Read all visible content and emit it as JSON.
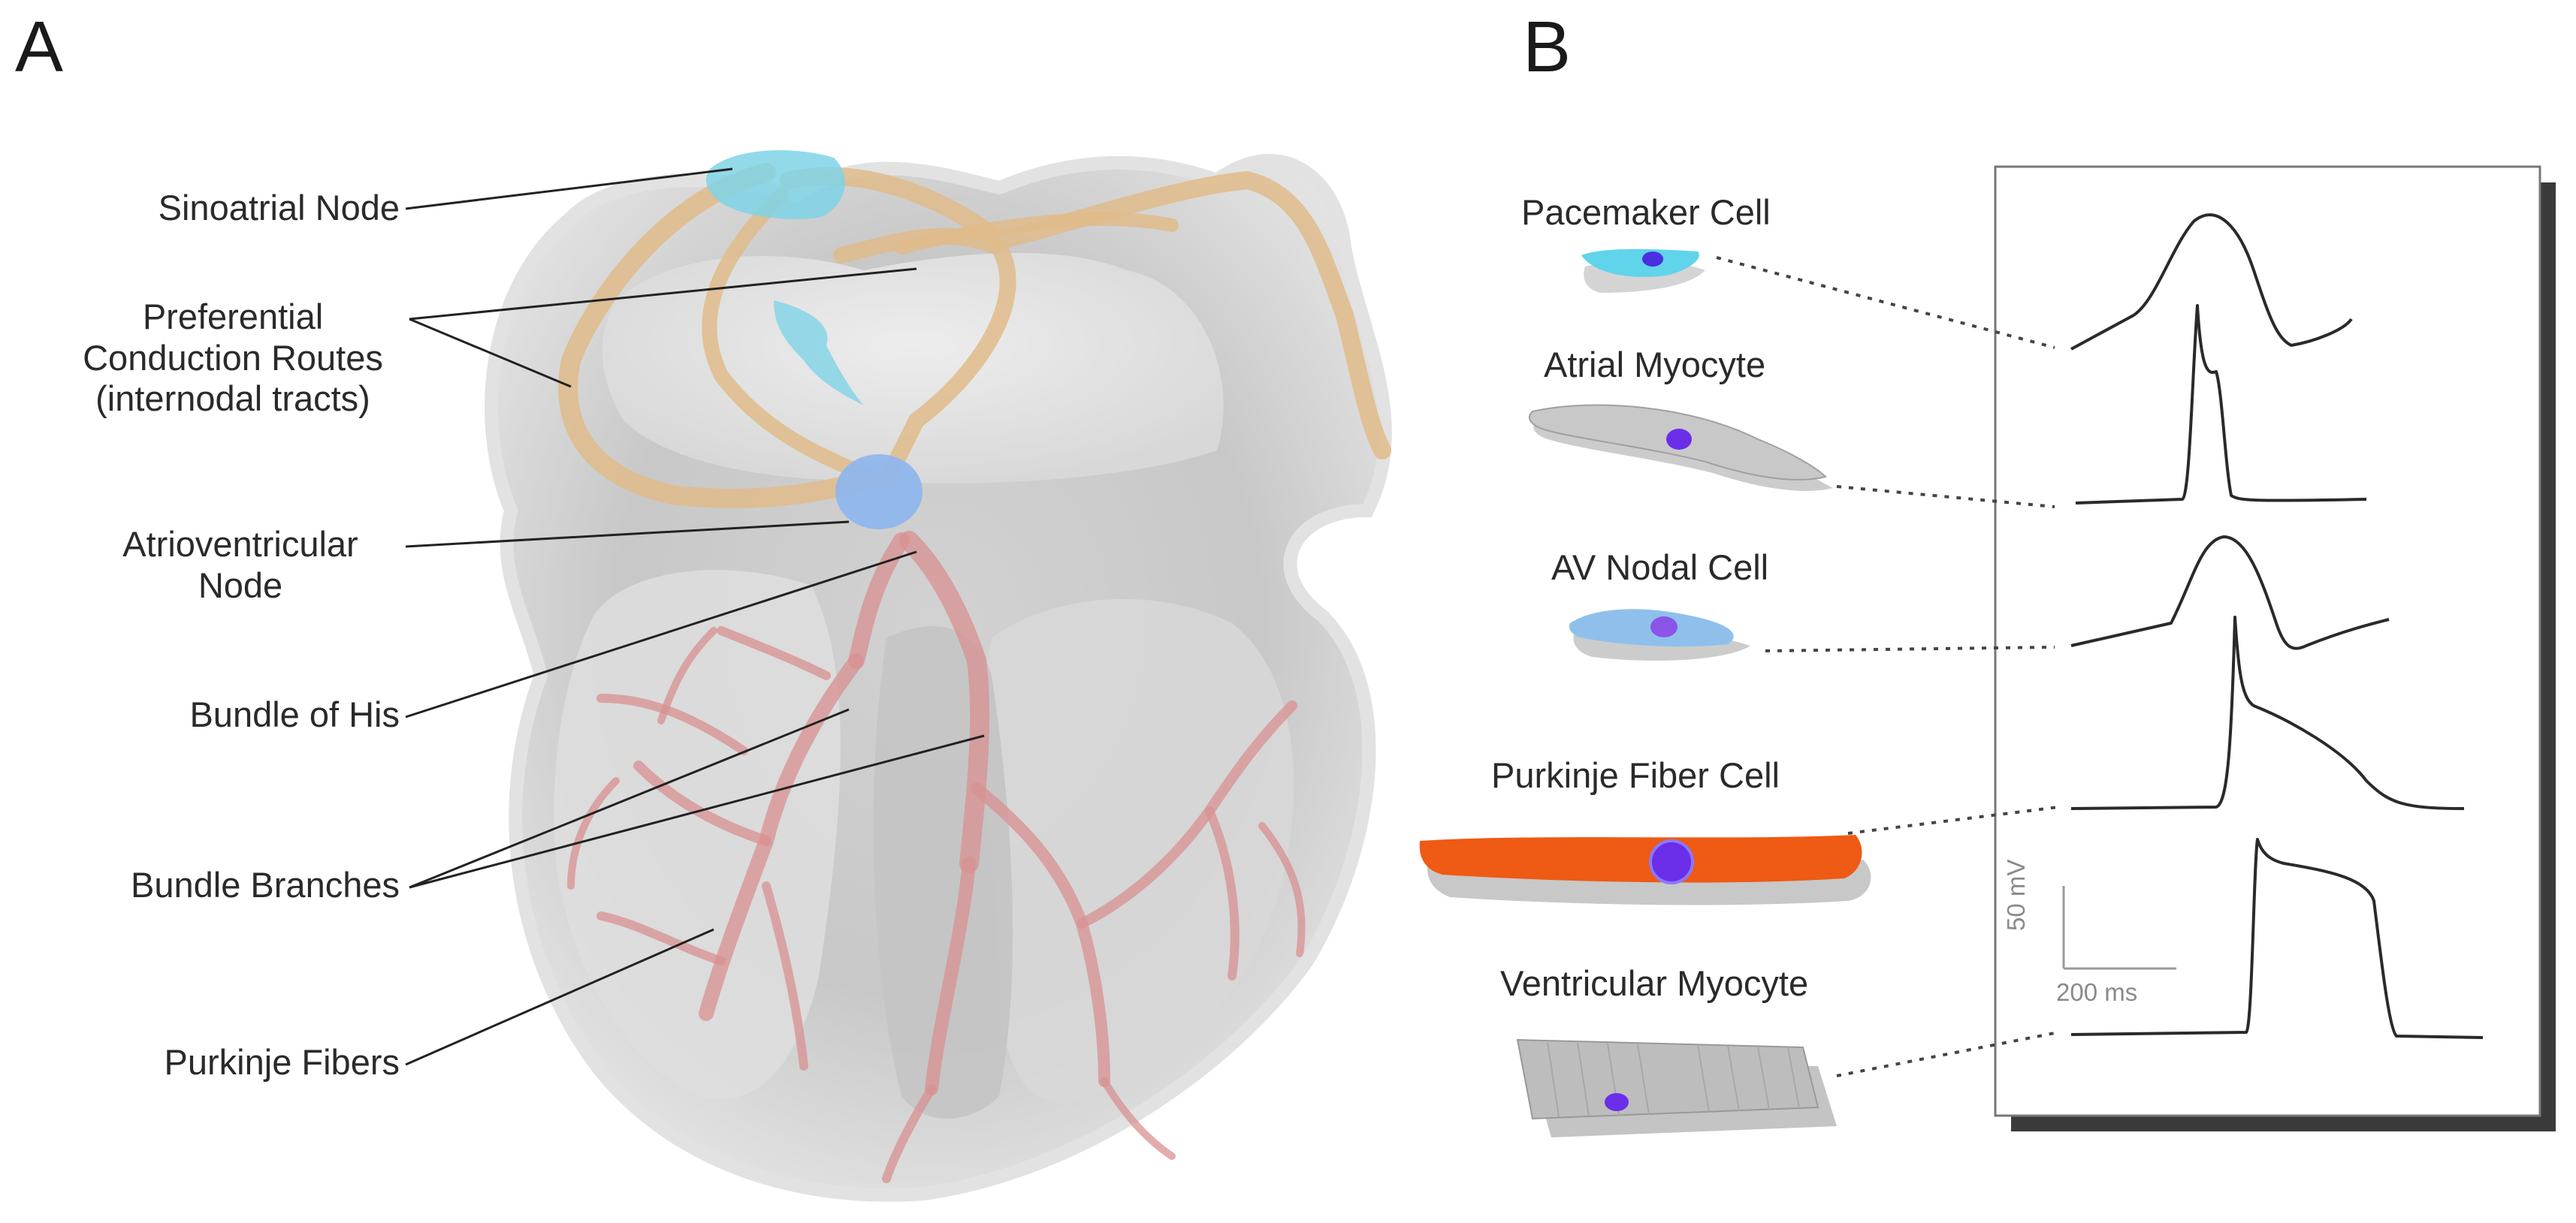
{
  "panels": {
    "a": "A",
    "b": "B"
  },
  "panel_a": {
    "labels": {
      "sinoatrial_node": "Sinoatrial Node",
      "preferential_routes": [
        "Preferential",
        "Conduction Routes",
        "(internodal tracts)"
      ],
      "av_node": [
        "Atrioventricular",
        "Node"
      ],
      "bundle_of_his": "Bundle of His",
      "bundle_branches": "Bundle Branches",
      "purkinje_fibers": "Purkinje Fibers"
    }
  },
  "panel_b": {
    "cells": {
      "pacemaker": "Pacemaker Cell",
      "atrial": "Atrial Myocyte",
      "av_nodal": "AV Nodal Cell",
      "purkinje": "Purkinje Fiber Cell",
      "ventricular": "Ventricular Myocyte"
    },
    "scale_bar": {
      "voltage": "50 mV",
      "time": "200 ms"
    }
  },
  "colors": {
    "pacemaker": "#5fd4ea",
    "sa_node": "#7fd3e6",
    "av_node": "#8fb6ec",
    "internodal": "#e0bb8a",
    "purkinje_network": "#d89090",
    "purkinje_cell": "#ef5a14",
    "nucleus": "#6a2ee8",
    "trace": "#2a2a2a"
  }
}
